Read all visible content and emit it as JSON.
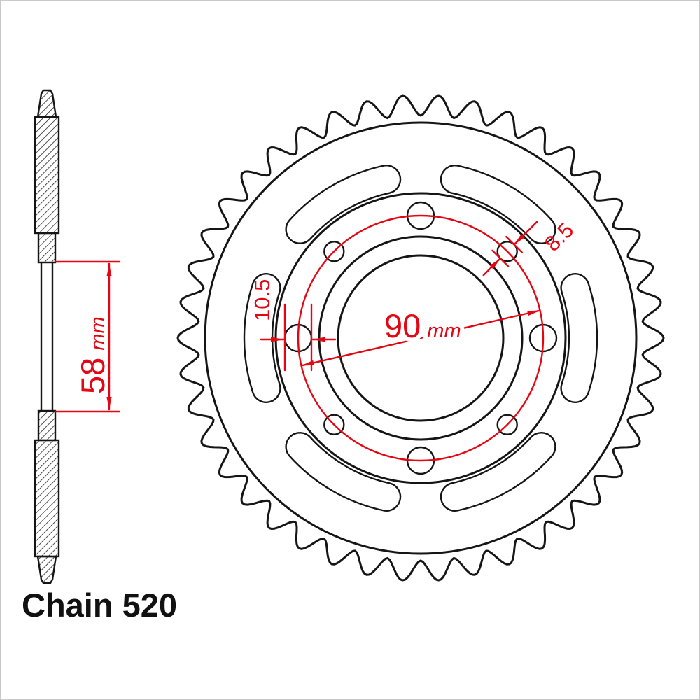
{
  "title": {
    "label": "Chain 520"
  },
  "dimensions": {
    "bore": {
      "value": "58",
      "unit": "mm"
    },
    "large_hole": {
      "value": "10.5"
    },
    "small_hole": {
      "value": "8.5"
    },
    "bolt_circle": {
      "value": "90",
      "unit": "mm"
    }
  },
  "colors": {
    "dimension": "#e30613",
    "line": "#151515",
    "background": "#ffffff",
    "frame": "#c9c9c9"
  },
  "geometry": {
    "teeth": 42,
    "slots": 6,
    "bolt_holes": 8
  }
}
